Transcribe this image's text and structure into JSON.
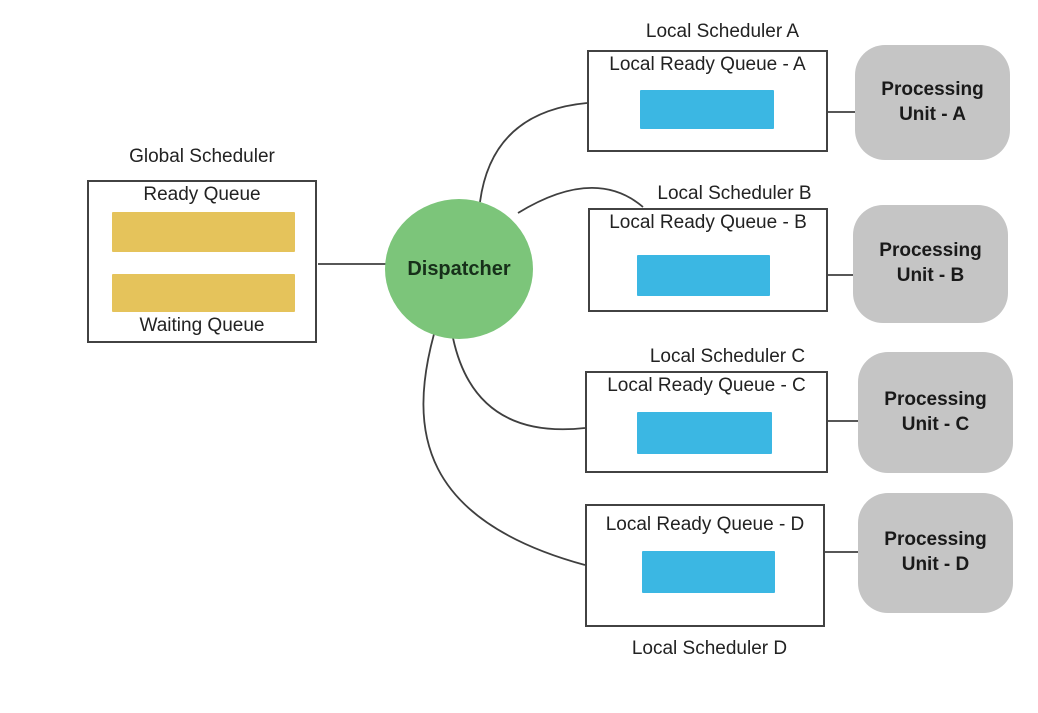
{
  "colors": {
    "queue-yellow": "#e5c35b",
    "queue-blue": "#3bb7e3",
    "dispatcher-green": "#7cc57a",
    "unit-gray": "#c5c5c5",
    "wire": "#3f3f3f"
  },
  "global_scheduler": {
    "title": "Global Scheduler",
    "ready_queue_label": "Ready Queue",
    "waiting_queue_label": "Waiting Queue"
  },
  "dispatcher": {
    "label": "Dispatcher"
  },
  "local_schedulers": [
    {
      "title": "Local Scheduler A",
      "queue_label": "Local Ready Queue - A"
    },
    {
      "title": "Local Scheduler B",
      "queue_label": "Local Ready Queue - B"
    },
    {
      "title": "Local Scheduler C",
      "queue_label": "Local Ready Queue - C"
    },
    {
      "title": "Local Scheduler D",
      "queue_label": "Local Ready Queue - D"
    }
  ],
  "processing_units": [
    {
      "label": "Processing Unit - A"
    },
    {
      "label": "Processing Unit - B"
    },
    {
      "label": "Processing Unit - C"
    },
    {
      "label": "Processing Unit - D"
    }
  ]
}
